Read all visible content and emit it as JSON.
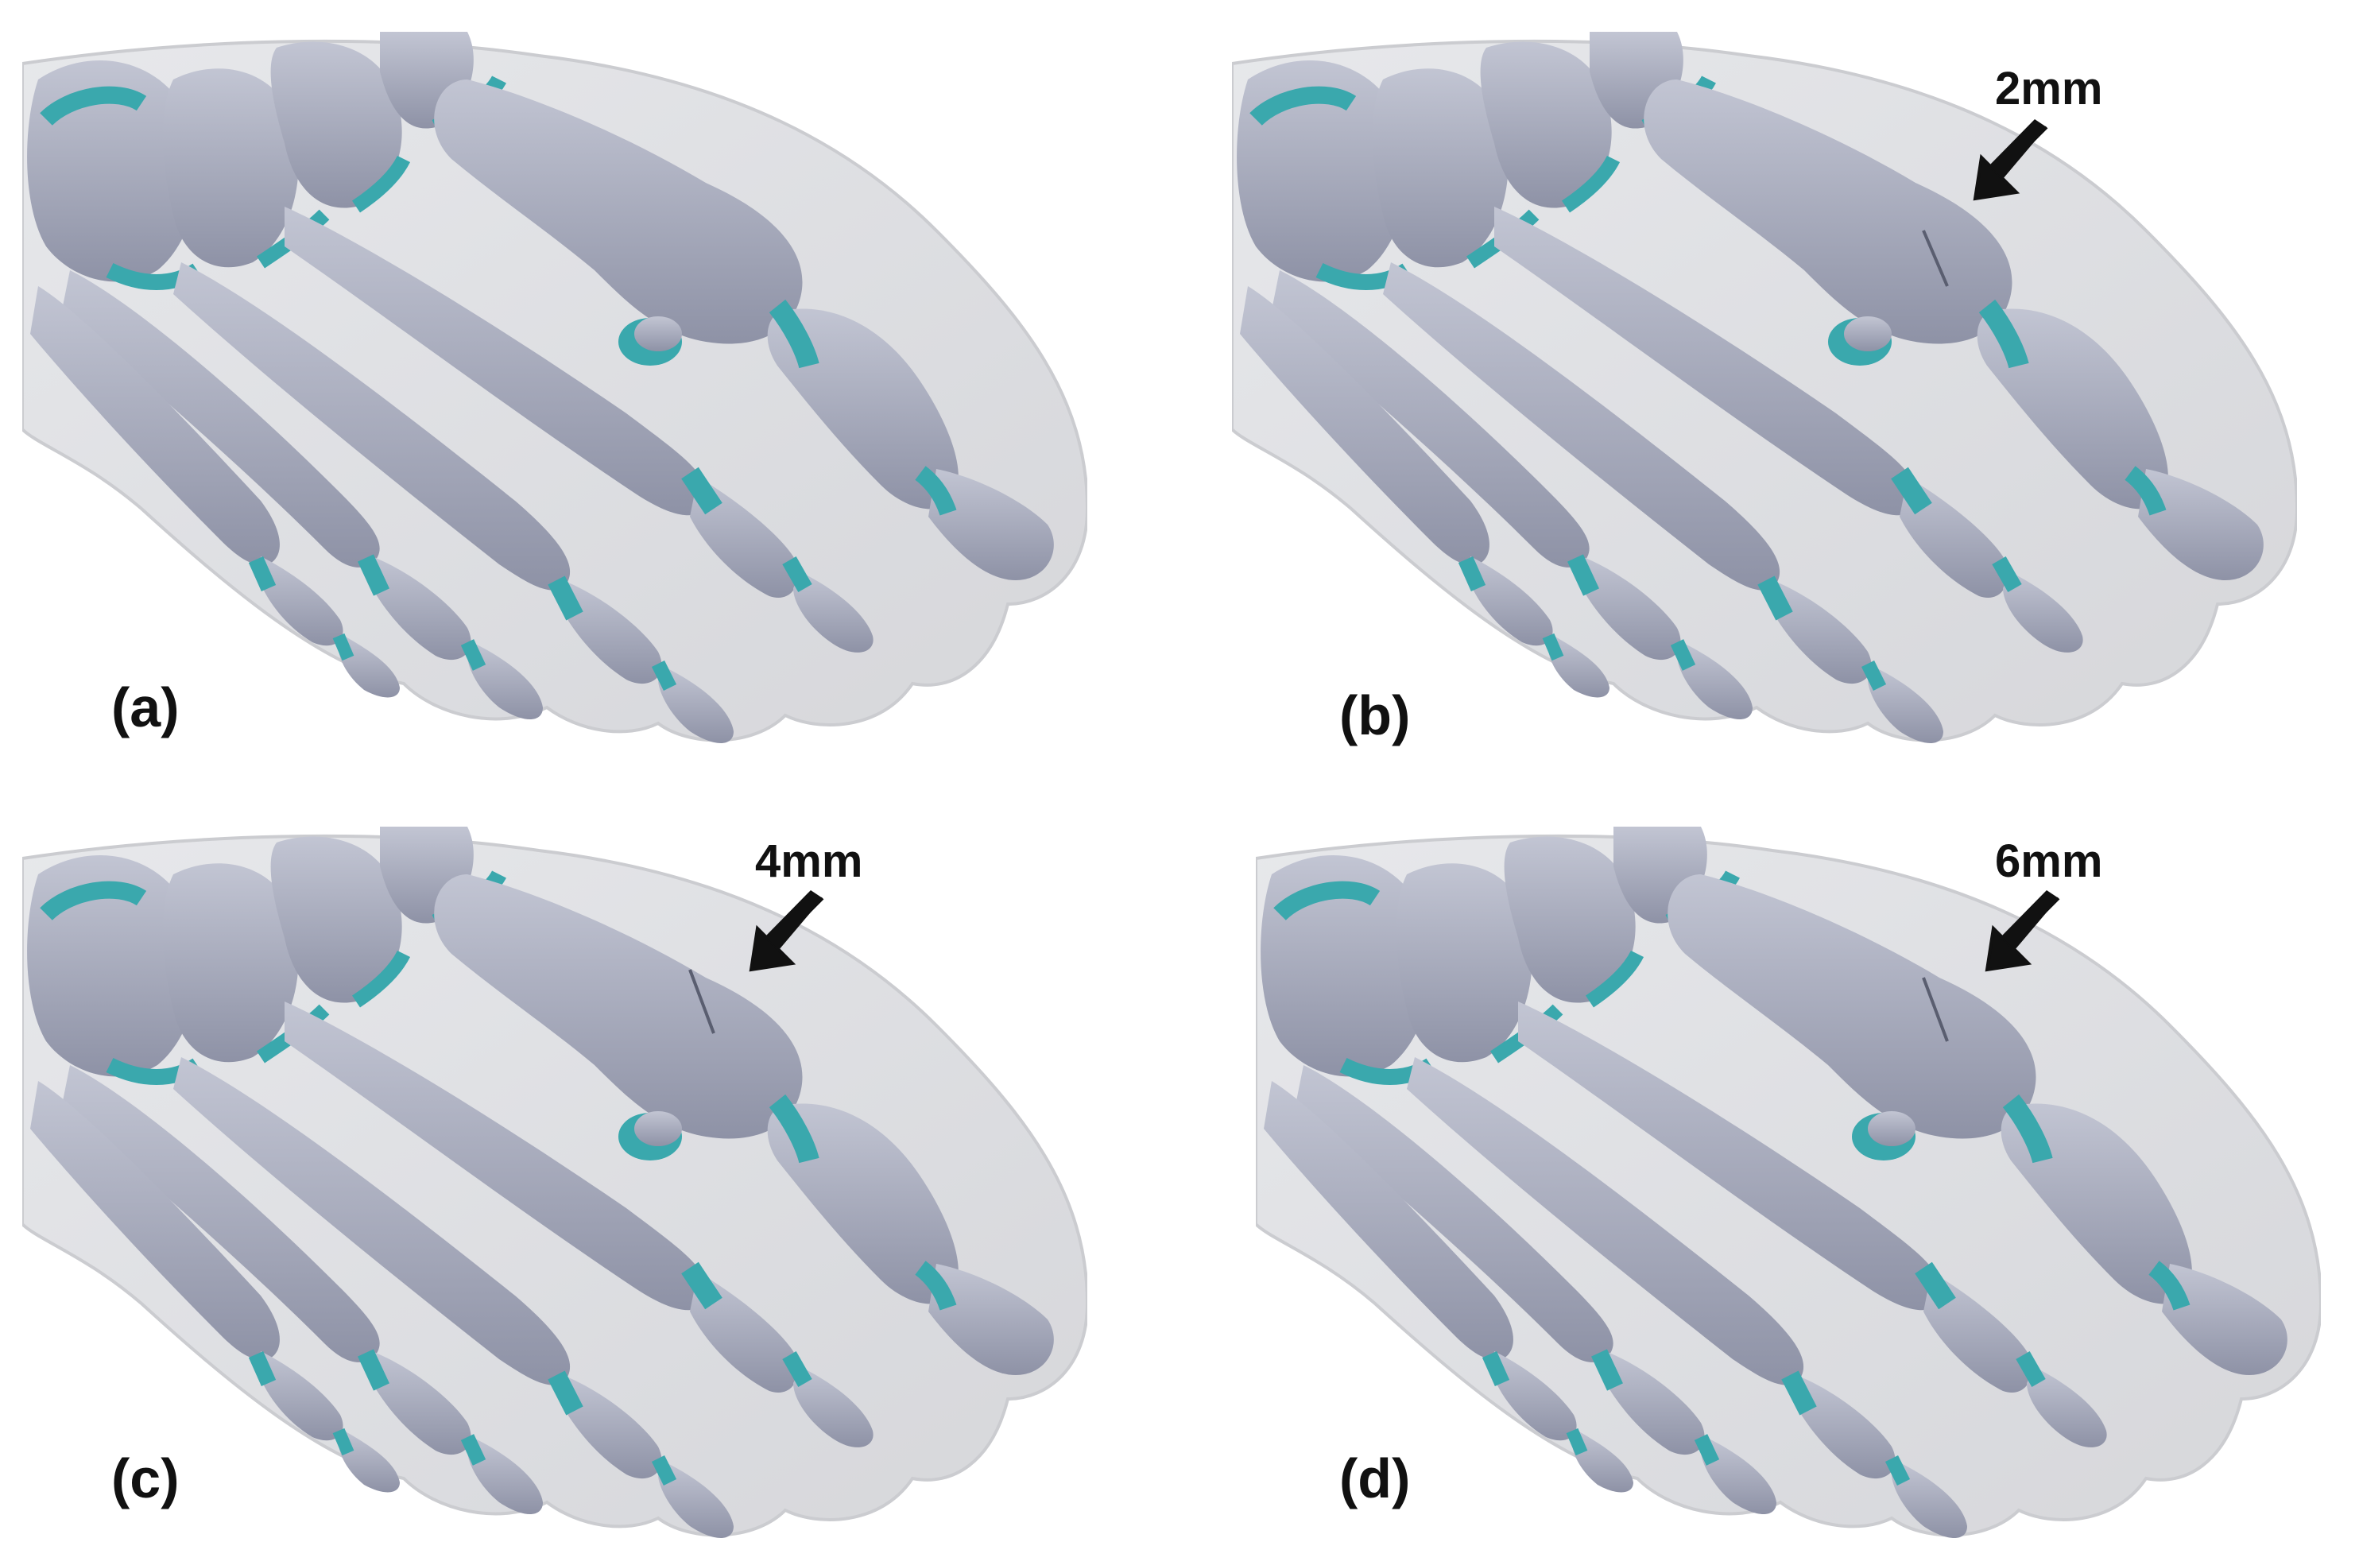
{
  "panels": [
    {
      "id": "a",
      "label": "(a)",
      "callout": ""
    },
    {
      "id": "b",
      "label": "(b)",
      "callout": "2mm"
    },
    {
      "id": "c",
      "label": "(c)",
      "callout": "4mm"
    },
    {
      "id": "d",
      "label": "(d)",
      "callout": "6mm"
    }
  ],
  "colors": {
    "bone": "#a4a8ba",
    "cartilage": "#3aa8ad",
    "skin": "#dcdde0",
    "arrow": "#111111"
  }
}
